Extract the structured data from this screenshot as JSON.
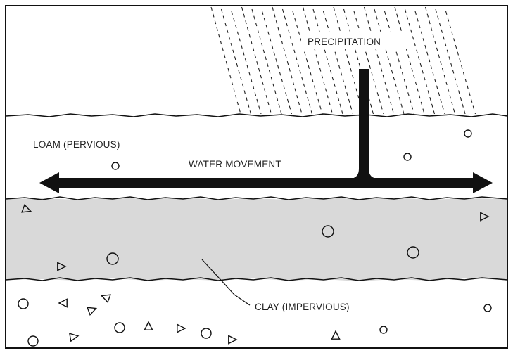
{
  "labels": {
    "precipitation": "PRECIPITATION",
    "loam": "LOAM (PERVIOUS)",
    "water_movement": "WATER MOVEMENT",
    "clay": "CLAY (IMPERVIOUS)"
  },
  "colors": {
    "clay_fill": "#d9d9d9",
    "ink": "#111111",
    "background": "#ffffff"
  },
  "symbols": {
    "pebble": "circle",
    "grain": "triangle"
  }
}
